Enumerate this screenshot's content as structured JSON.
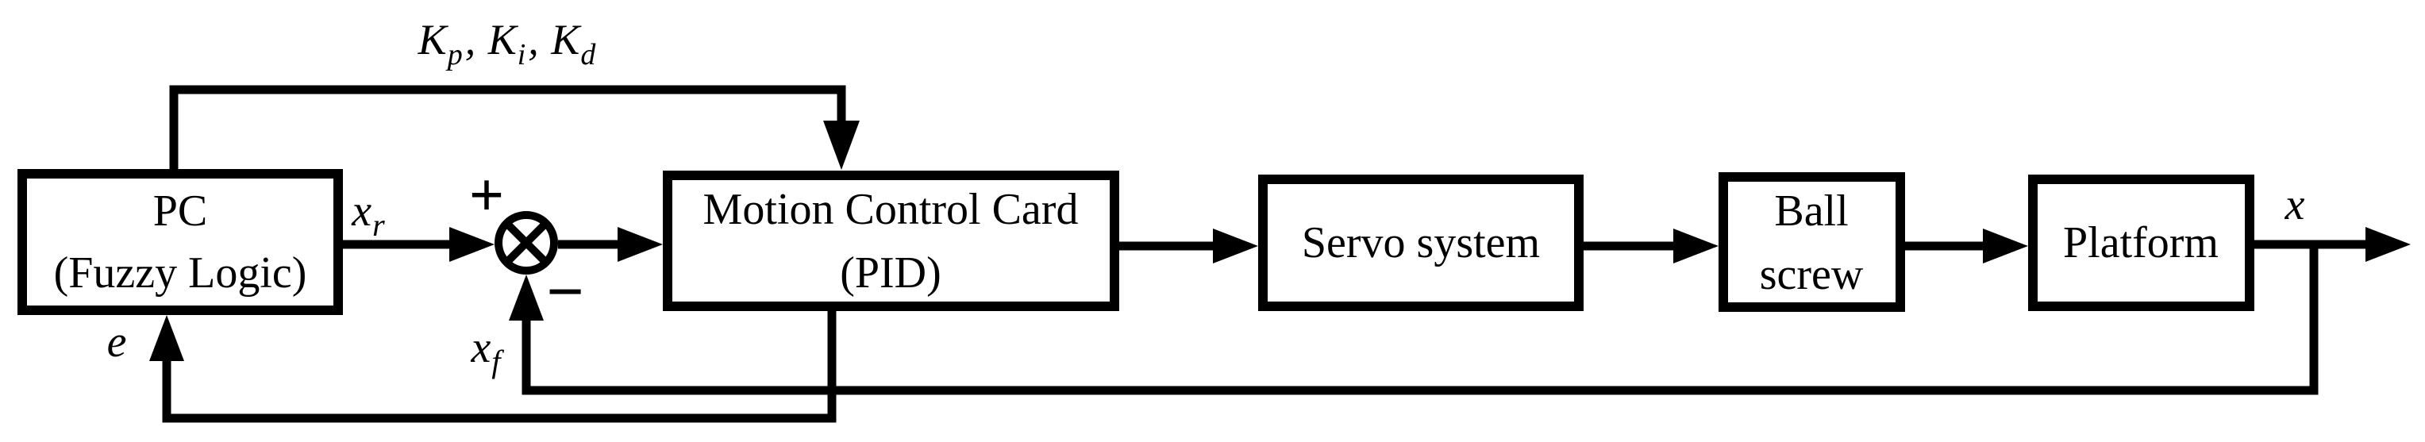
{
  "figure": {
    "background": "#ffffff",
    "ink": "#000000",
    "gains_label": {
      "k1_main": "K",
      "k1_sub": "p",
      "sep1": ", ",
      "k2_main": "K",
      "k2_sub": "i",
      "sep2": ", ",
      "k3_main": "K",
      "k3_sub": "d"
    },
    "blocks": {
      "pc_line1": "PC",
      "pc_line2": "(Fuzzy Logic)",
      "mcc_line1": "Motion Control Card",
      "mcc_line2": "(PID)",
      "servo_label": "Servo system",
      "ball_line1": "Ball",
      "ball_line2": "screw",
      "platform_label": "Platform"
    },
    "signals": {
      "xr_main": "x",
      "xr_sub": "r",
      "xf_main": "x",
      "xf_sub": "f",
      "error": "e",
      "output": "x",
      "plus": "+",
      "minus": "−"
    }
  }
}
